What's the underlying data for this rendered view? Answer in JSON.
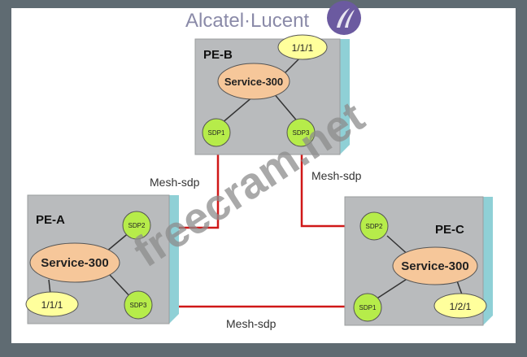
{
  "brand": {
    "name": "Alcatel·Lucent",
    "logo_icon": "alcatel-lucent-swirl-icon",
    "color": "#8a8aa8",
    "logo_bg": "#6b5aa0"
  },
  "watermark": {
    "text": "freecram.net",
    "color": "#8c8c8c"
  },
  "colors": {
    "frame": "#5f6b72",
    "canvas": "#ffffff",
    "router_face": "#b9bbbd",
    "router_side": "#8fd0d6",
    "service_fill": "#f6c79a",
    "sdp_fill": "#b6ec4a",
    "port_fill": "#ffff9c",
    "link": "#d01818"
  },
  "routers": {
    "pe_b": {
      "label": "PE-B",
      "service": "Service-300",
      "port": "1/1/1",
      "sdp_left": "SDP1",
      "sdp_right": "SDP3"
    },
    "pe_a": {
      "label": "PE-A",
      "service": "Service-300",
      "port": "1/1/1",
      "sdp_top": "SDP2",
      "sdp_bottom": "SDP3"
    },
    "pe_c": {
      "label": "PE-C",
      "service": "Service-300",
      "port": "1/2/1",
      "sdp_top": "SDP2",
      "sdp_bottom": "SDP1"
    }
  },
  "links": {
    "ab_label": "Mesh-sdp",
    "bc_label": "Mesh-sdp",
    "ac_label": "Mesh-sdp"
  }
}
